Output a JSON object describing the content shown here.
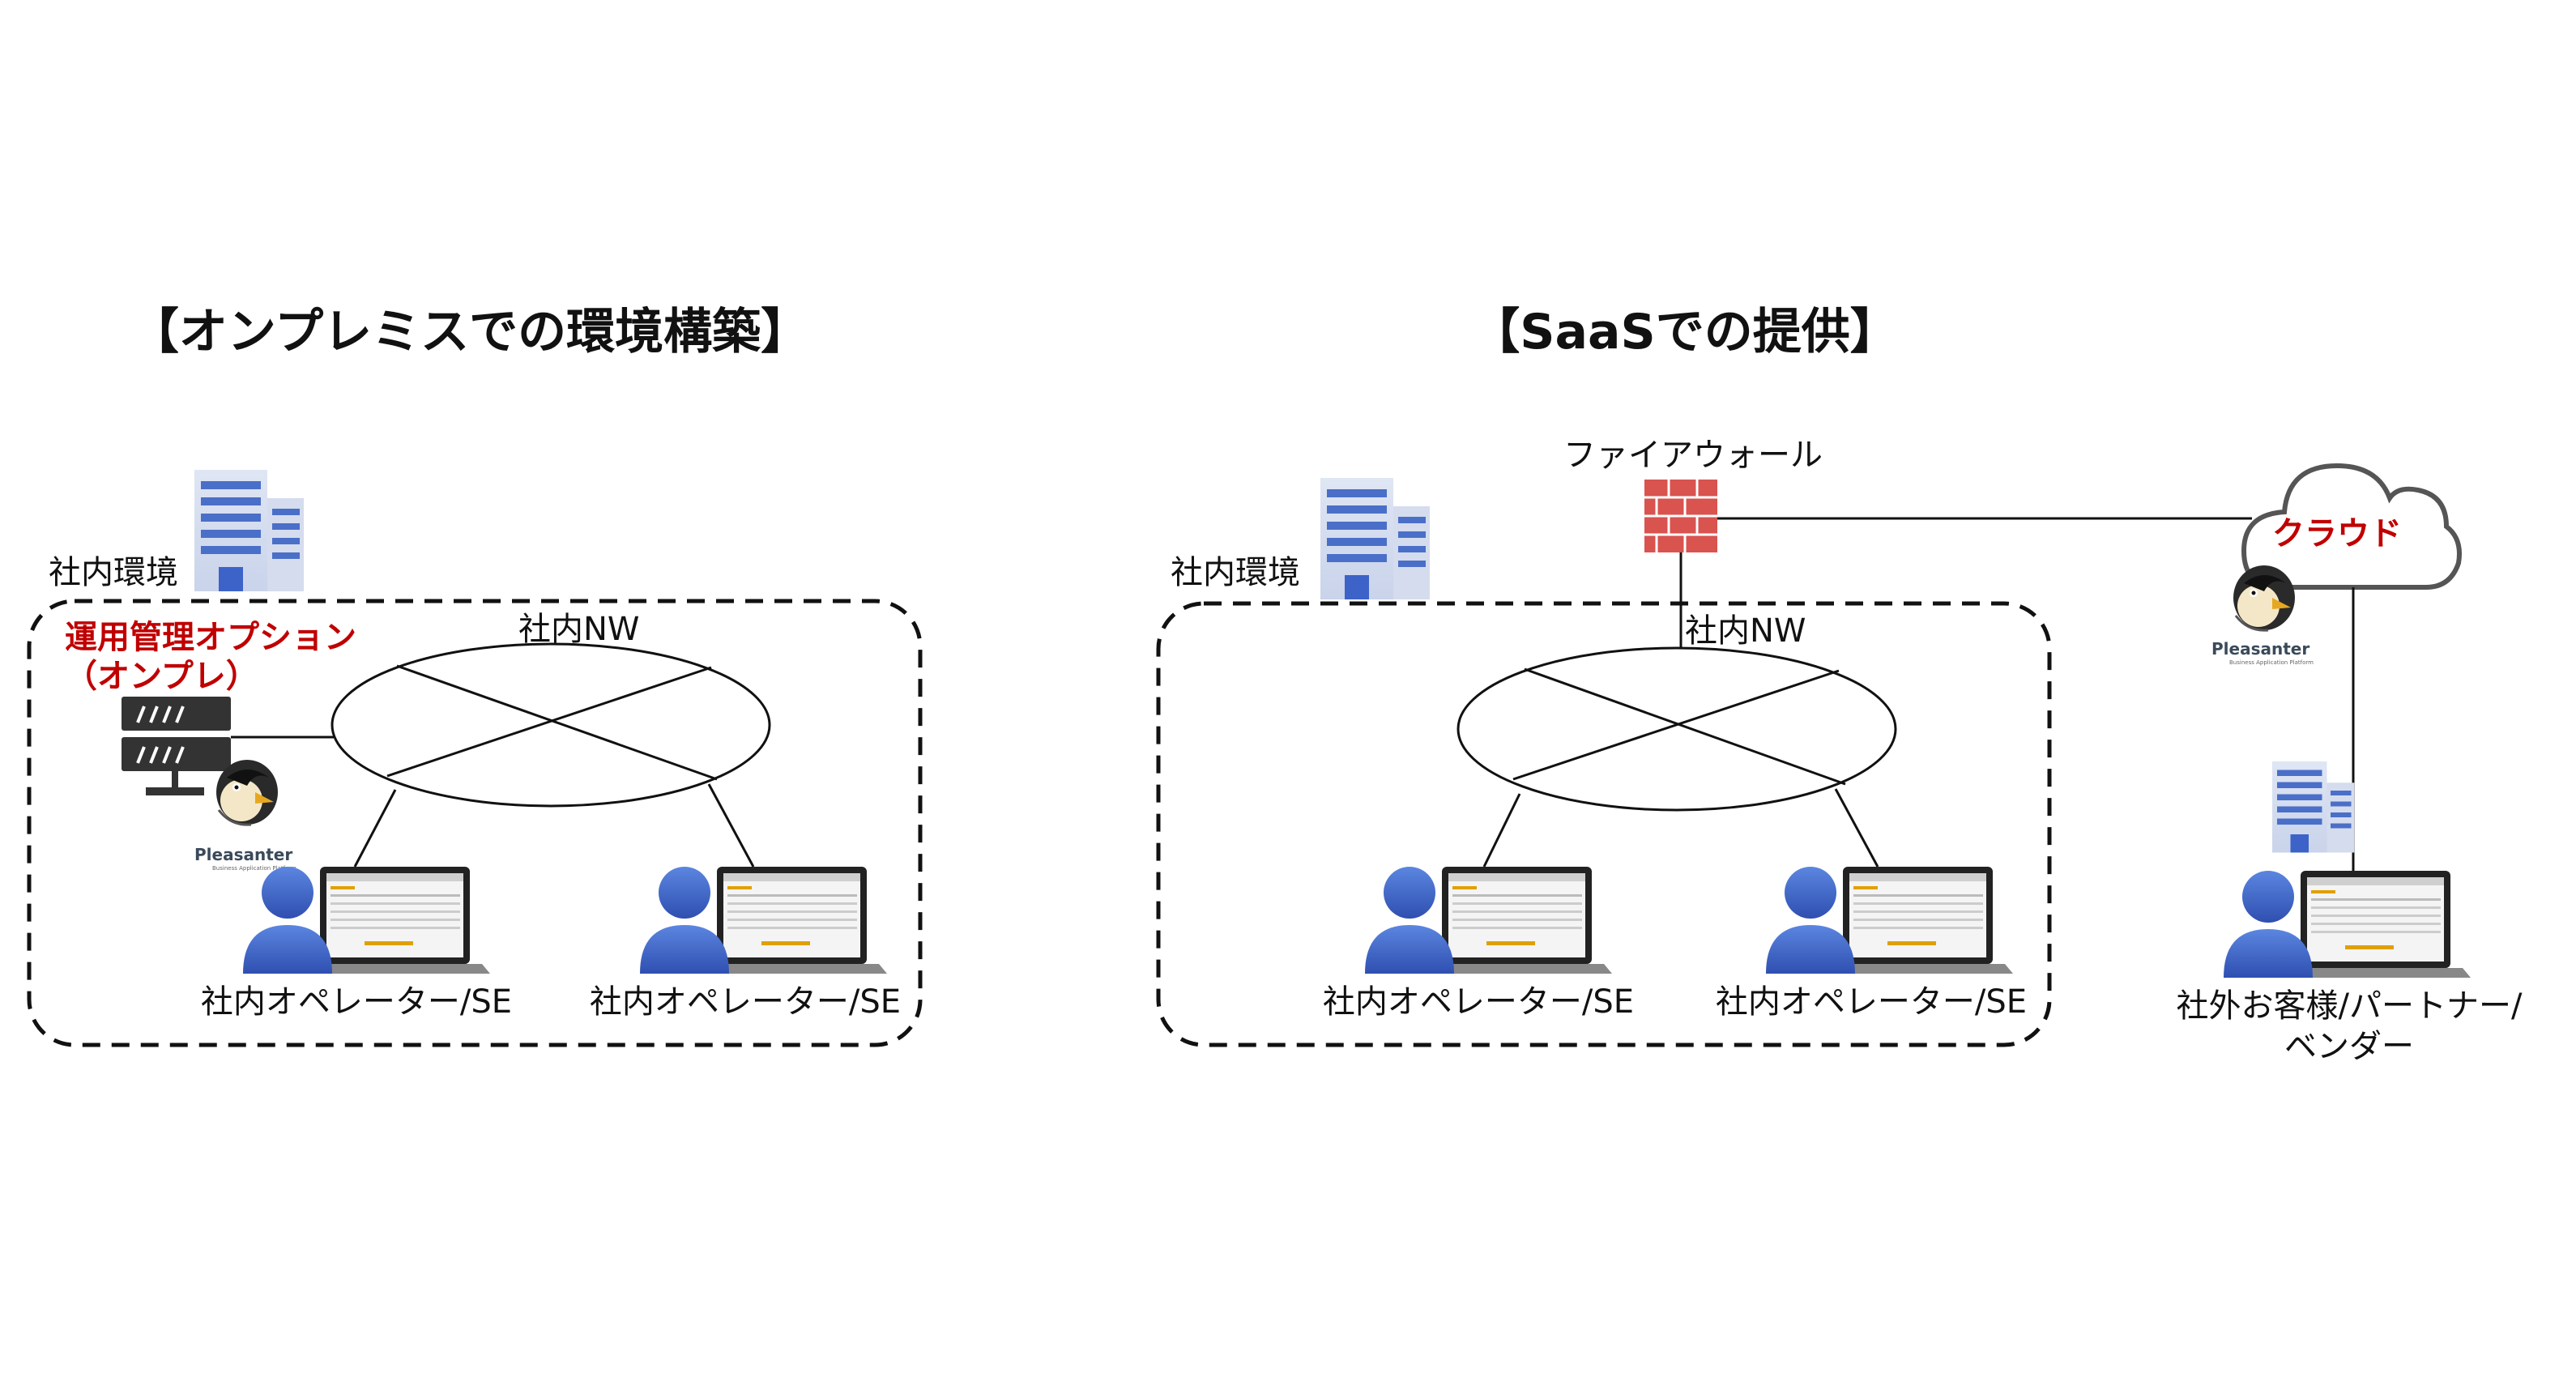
{
  "left": {
    "title": "【オンプレミスでの環境構築】",
    "office_label": "社内環境",
    "network_label": "社内NW",
    "option_line1": "運用管理オプション",
    "option_line2": "（オンプレ）",
    "operator1_label": "社内オペレーター/SE",
    "operator2_label": "社内オペレーター/SE",
    "brand": "Pleasanter"
  },
  "right": {
    "title": "【SaaSでの提供】",
    "office_label": "社内環境",
    "network_label": "社内NW",
    "firewall_label": "ファイアウォール",
    "cloud_label": "クラウド",
    "brand": "Pleasanter",
    "operator1_label": "社内オペレーター/SE",
    "operator2_label": "社内オペレーター/SE",
    "external_line1": "社外お客様/パートナー/",
    "external_line2": "ベンダー"
  },
  "colors": {
    "accent_red": "#c00000",
    "building_blue": "#4a6fc8",
    "person_blue": "#3d63c9",
    "brick_red": "#d9534f"
  }
}
